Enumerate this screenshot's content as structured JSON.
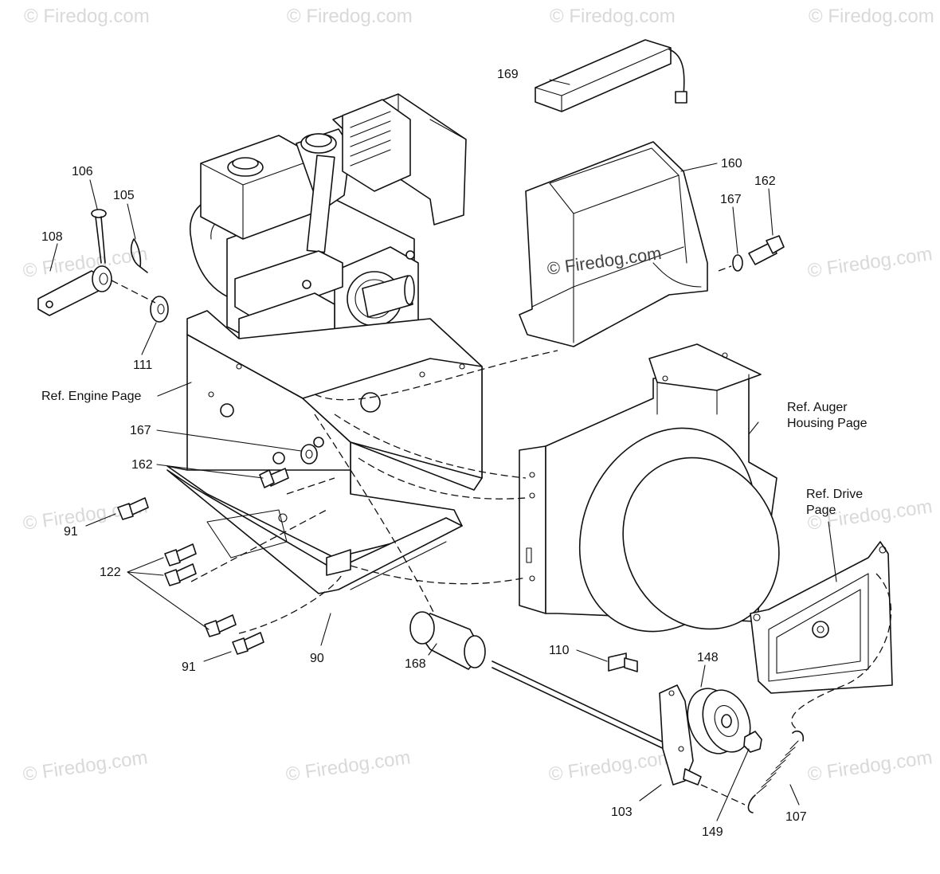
{
  "watermark": "© Firedog.com",
  "callouts": {
    "p169": "169",
    "p160": "160",
    "p162a": "162",
    "p167a": "167",
    "p106": "106",
    "p105": "105",
    "p108": "108",
    "p111": "111",
    "ref_engine": "Ref. Engine Page",
    "ref_auger_1": "Ref. Auger",
    "ref_auger_2": "Housing Page",
    "p167b": "167",
    "p162b": "162",
    "ref_drive_1": "Ref. Drive",
    "ref_drive_2": "Page",
    "p91a": "91",
    "p122": "122",
    "p91b": "91",
    "p90": "90",
    "p168": "168",
    "p110": "110",
    "p148": "148",
    "p103": "103",
    "p149": "149",
    "p107": "107"
  }
}
